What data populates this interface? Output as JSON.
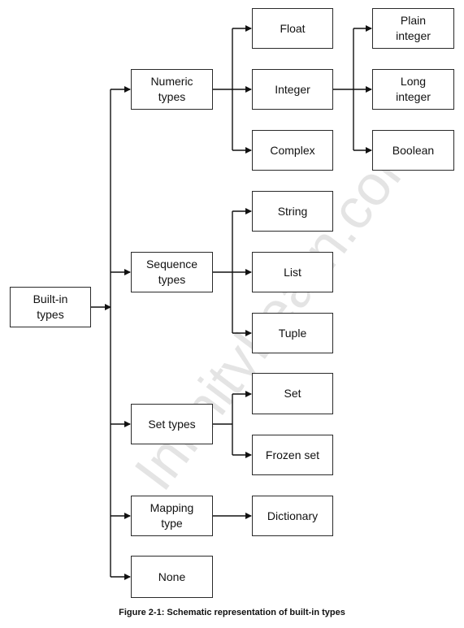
{
  "figure": {
    "caption": "Figure 2-1: Schematic representation of built-in types",
    "watermark": "InfinityLearn.com"
  },
  "nodes": {
    "root": "Built-in\ntypes",
    "numeric": "Numeric\ntypes",
    "sequence": "Sequence\ntypes",
    "set": "Set types",
    "mapping": "Mapping\ntype",
    "none": "None",
    "float": "Float",
    "integer": "Integer",
    "complex": "Complex",
    "string": "String",
    "list": "List",
    "tuple": "Tuple",
    "set_leaf": "Set",
    "frozen_set": "Frozen set",
    "dictionary": "Dictionary",
    "plain_integer": "Plain\ninteger",
    "long_integer": "Long\ninteger",
    "boolean": "Boolean"
  },
  "edges": [
    [
      "root",
      "numeric"
    ],
    [
      "root",
      "sequence"
    ],
    [
      "root",
      "set"
    ],
    [
      "root",
      "mapping"
    ],
    [
      "root",
      "none"
    ],
    [
      "numeric",
      "float"
    ],
    [
      "numeric",
      "integer"
    ],
    [
      "numeric",
      "complex"
    ],
    [
      "sequence",
      "string"
    ],
    [
      "sequence",
      "list"
    ],
    [
      "sequence",
      "tuple"
    ],
    [
      "set",
      "set_leaf"
    ],
    [
      "set",
      "frozen_set"
    ],
    [
      "mapping",
      "dictionary"
    ],
    [
      "integer",
      "plain_integer"
    ],
    [
      "integer",
      "long_integer"
    ],
    [
      "integer",
      "boolean"
    ]
  ]
}
